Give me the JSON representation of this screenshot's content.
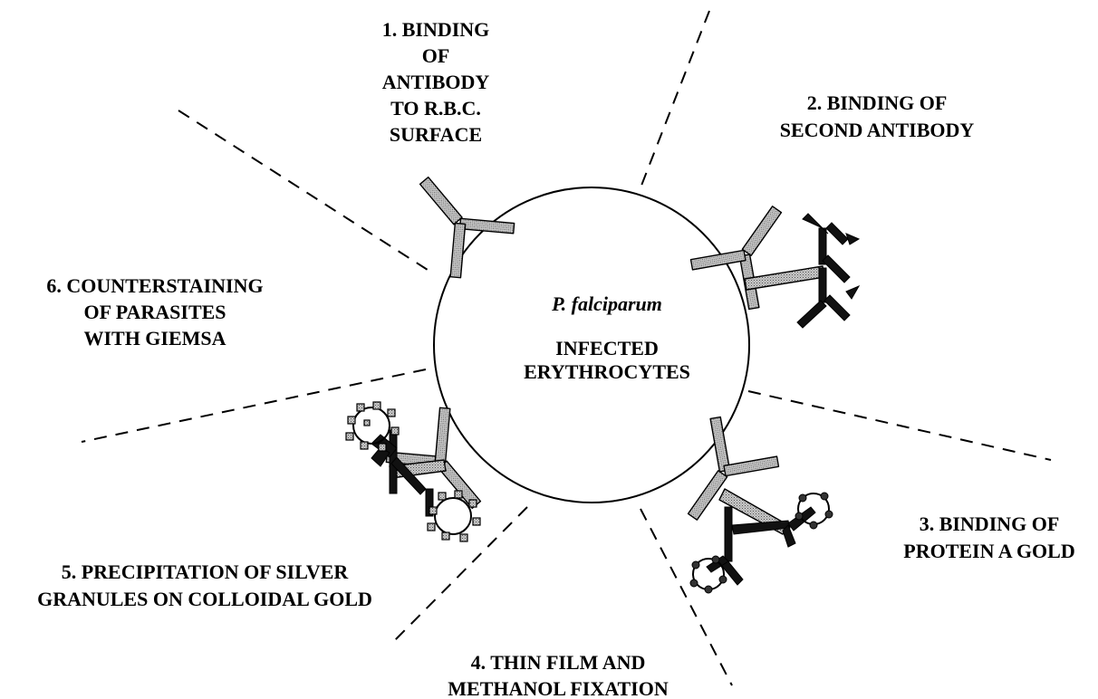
{
  "center": {
    "organism": "P. falciparum",
    "line1": "INFECTED",
    "line2": "ERYTHROCYTES"
  },
  "steps": [
    {
      "id": 1,
      "lines": [
        "1. BINDING",
        "OF",
        "ANTIBODY",
        "TO R.B.C.",
        "SURFACE"
      ]
    },
    {
      "id": 2,
      "lines": [
        "2. BINDING OF",
        "SECOND ANTIBODY"
      ]
    },
    {
      "id": 3,
      "lines": [
        "3. BINDING OF",
        "PROTEIN A GOLD"
      ]
    },
    {
      "id": 4,
      "lines": [
        "4. THIN FILM AND",
        "METHANOL FIXATION"
      ]
    },
    {
      "id": 5,
      "lines": [
        "5. PRECIPITATION  OF SILVER",
        "GRANULES ON COLLOIDAL GOLD"
      ]
    },
    {
      "id": 6,
      "lines": [
        "6. COUNTERSTAINING",
        "OF PARASITES",
        "WITH  GIEMSA"
      ]
    }
  ]
}
